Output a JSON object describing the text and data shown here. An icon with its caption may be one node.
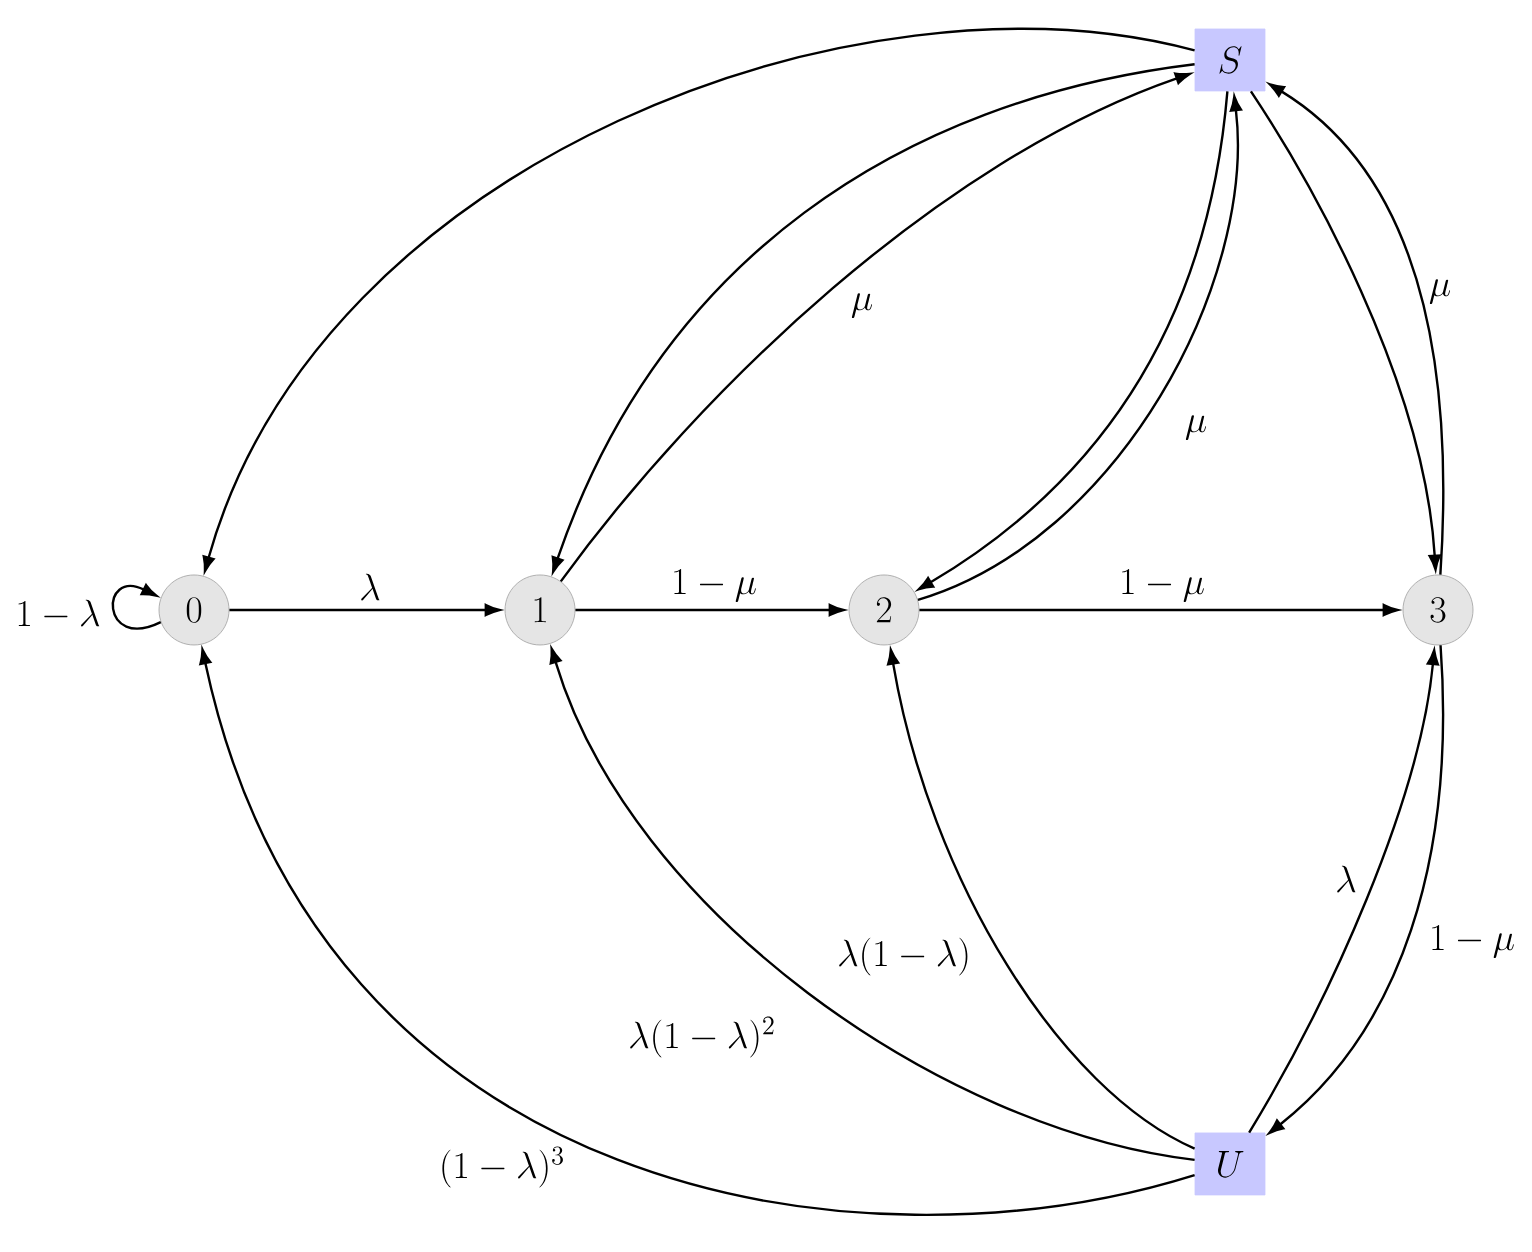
{
  "diagram": {
    "nodes": [
      {
        "text": [
          "0"
        ]
      },
      {
        "text": [
          "1"
        ]
      },
      {
        "text": [
          "2"
        ]
      },
      {
        "text": [
          "3"
        ]
      },
      {
        "text": [
          "S"
        ]
      },
      {
        "text": [
          "U"
        ]
      }
    ],
    "edges": [
      {
        "from": 0,
        "to": 0,
        "arrow": "to",
        "label": "1-\\lambda"
      },
      {
        "from": 0,
        "to": 1,
        "arrow": "to",
        "label": "\\lambda"
      },
      {
        "from": 1,
        "to": 2,
        "arrow": "to",
        "label": "1-\\mu"
      },
      {
        "from": 2,
        "to": 3,
        "arrow": "to",
        "label": "1-\\mu"
      },
      {
        "from": 4,
        "to": 0,
        "arrow": "to"
      },
      {
        "from": 4,
        "to": 1,
        "arrow": "to"
      },
      {
        "from": 1,
        "to": 4,
        "arrow": "to",
        "label": "\\mu"
      },
      {
        "from": 4,
        "to": 2,
        "arrow": "to"
      },
      {
        "from": 2,
        "to": 4,
        "arrow": "to",
        "label": "\\mu"
      },
      {
        "from": 4,
        "to": 3,
        "arrow": "to"
      },
      {
        "from": 3,
        "to": 4,
        "arrow": "to",
        "label": "\\mu"
      },
      {
        "from": 5,
        "to": 0,
        "arrow": "to",
        "label": "(1-\\lambda)^3"
      },
      {
        "from": 5,
        "to": 1,
        "arrow": "to",
        "label": "\\lambda(1-\\lambda)^2"
      },
      {
        "from": 5,
        "to": 2,
        "arrow": "to",
        "label": "\\lambda(1-\\lambda)"
      },
      {
        "from": 5,
        "to": 3,
        "arrow": "to",
        "label": "\\lambda"
      },
      {
        "from": 3,
        "to": 5,
        "arrow": "to",
        "label": "1-\\mu"
      }
    ]
  }
}
